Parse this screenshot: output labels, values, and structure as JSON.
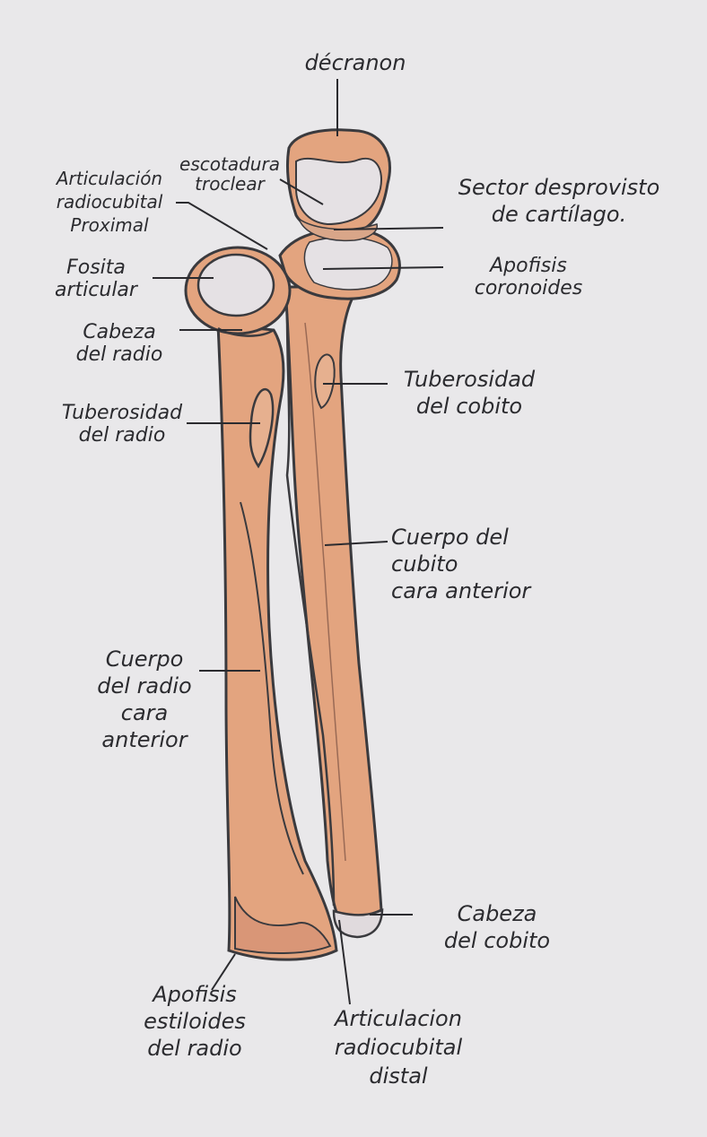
{
  "diagram": {
    "labels": {
      "olecranon": [
        "décranon"
      ],
      "trochlear_notch": [
        "escotadura",
        "troclear"
      ],
      "proximal_radioulnar_joint": [
        "Articulación",
        "radiocubital",
        "Proximal"
      ],
      "cartilage_free_sector": [
        "Sector desprovisto",
        "de cartílago."
      ],
      "articular_fovea": [
        "Fosita",
        "articular"
      ],
      "coronoid_process": [
        "Apofisis",
        "coronoides"
      ],
      "radial_head": [
        "Cabeza",
        "del radio"
      ],
      "ulnar_tuberosity": [
        "Tuberosidad",
        "del cobito"
      ],
      "radial_tuberosity": [
        "Tuberosidad",
        "del radio"
      ],
      "ulnar_body": [
        "Cuerpo del",
        "cubito",
        "cara anterior"
      ],
      "radial_body": [
        "Cuerpo",
        "del radio",
        "cara",
        "anterior"
      ],
      "ulnar_head": [
        "Cabeza",
        "del cobito"
      ],
      "radial_styloid": [
        "Apofisis",
        "estiloides",
        "del radio"
      ],
      "distal_radioulnar_joint": [
        "Articulacion",
        "radiocubital",
        "distal"
      ]
    },
    "colors": {
      "paper": "#e9e8ea",
      "bone_fill": "#e3a47f",
      "bone_shade": "#cf8a66",
      "outline": "#3a3a3e",
      "cartilage": "#ddd8dc"
    }
  }
}
